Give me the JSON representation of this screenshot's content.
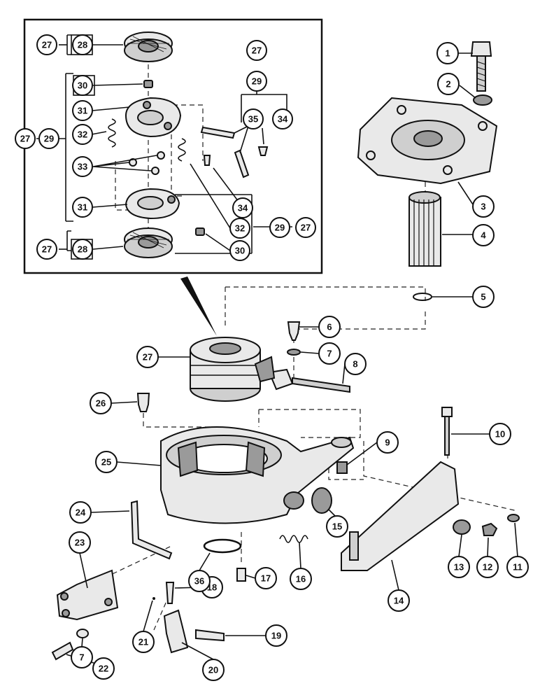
{
  "callouts": {
    "c1": "1",
    "c2": "2",
    "c3": "3",
    "c4": "4",
    "c5": "5",
    "c6": "6",
    "c7a": "7",
    "c8": "8",
    "c9": "9",
    "c10": "10",
    "c11": "11",
    "c12": "12",
    "c13": "13",
    "c14": "14",
    "c15": "15",
    "c16": "16",
    "c17": "17",
    "c18": "18",
    "c19": "19",
    "c20": "20",
    "c21": "21",
    "c22": "22",
    "c7b": "7",
    "c23": "23",
    "c24": "24",
    "c25": "25",
    "c26": "26",
    "c27main": "27",
    "c36": "36",
    "i27a": "27",
    "i28a": "28",
    "i30a": "30",
    "i31a": "31",
    "i27l": "27",
    "i29l": "29",
    "i32a": "32",
    "i33": "33",
    "i31b": "31",
    "i27b": "27",
    "i28b": "28",
    "i27r": "27",
    "i29r": "29",
    "i35": "35",
    "i34a": "34",
    "i34b": "34",
    "i32b": "32",
    "i29br": "29",
    "i27br": "27",
    "i30b": "30"
  }
}
